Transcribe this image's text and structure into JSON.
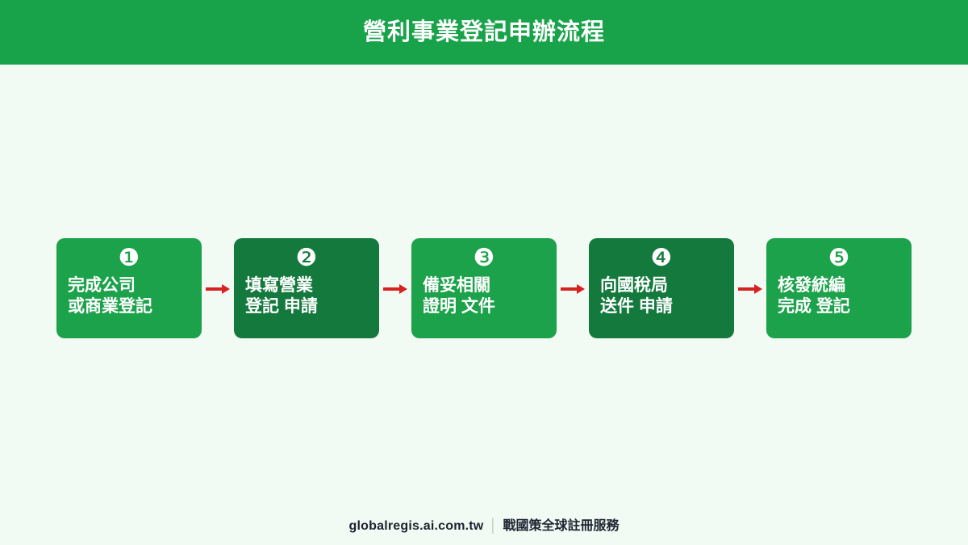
{
  "header": {
    "title": "營利事業登記申辦流程",
    "background_color": "#18a34a",
    "text_color": "#ffffff"
  },
  "page": {
    "background_color": "#f2faf4"
  },
  "flow": {
    "arrow_color": "#d62222",
    "arrow_icon_name": "right-arrow-icon",
    "box_color_light": "#1ba24a",
    "box_color_dark": "#14793d",
    "steps": [
      {
        "number": "❶",
        "number_plain": "1",
        "label": "完成公司\n或商業登記",
        "shade": "light"
      },
      {
        "number": "❷",
        "number_plain": "2",
        "label": "填寫營業\n登記 申請",
        "shade": "dark"
      },
      {
        "number": "❸",
        "number_plain": "3",
        "label": "備妥相關\n證明 文件",
        "shade": "light"
      },
      {
        "number": "❹",
        "number_plain": "4",
        "label": "向國稅局\n送件 申請",
        "shade": "dark"
      },
      {
        "number": "❺",
        "number_plain": "5",
        "label": "核發統編\n完成 登記",
        "shade": "light"
      }
    ]
  },
  "footer": {
    "url": "globalregis.ai.com.tw",
    "separator": "│",
    "brand": "戰國策全球註冊服務",
    "text_color": "#1d2430"
  }
}
